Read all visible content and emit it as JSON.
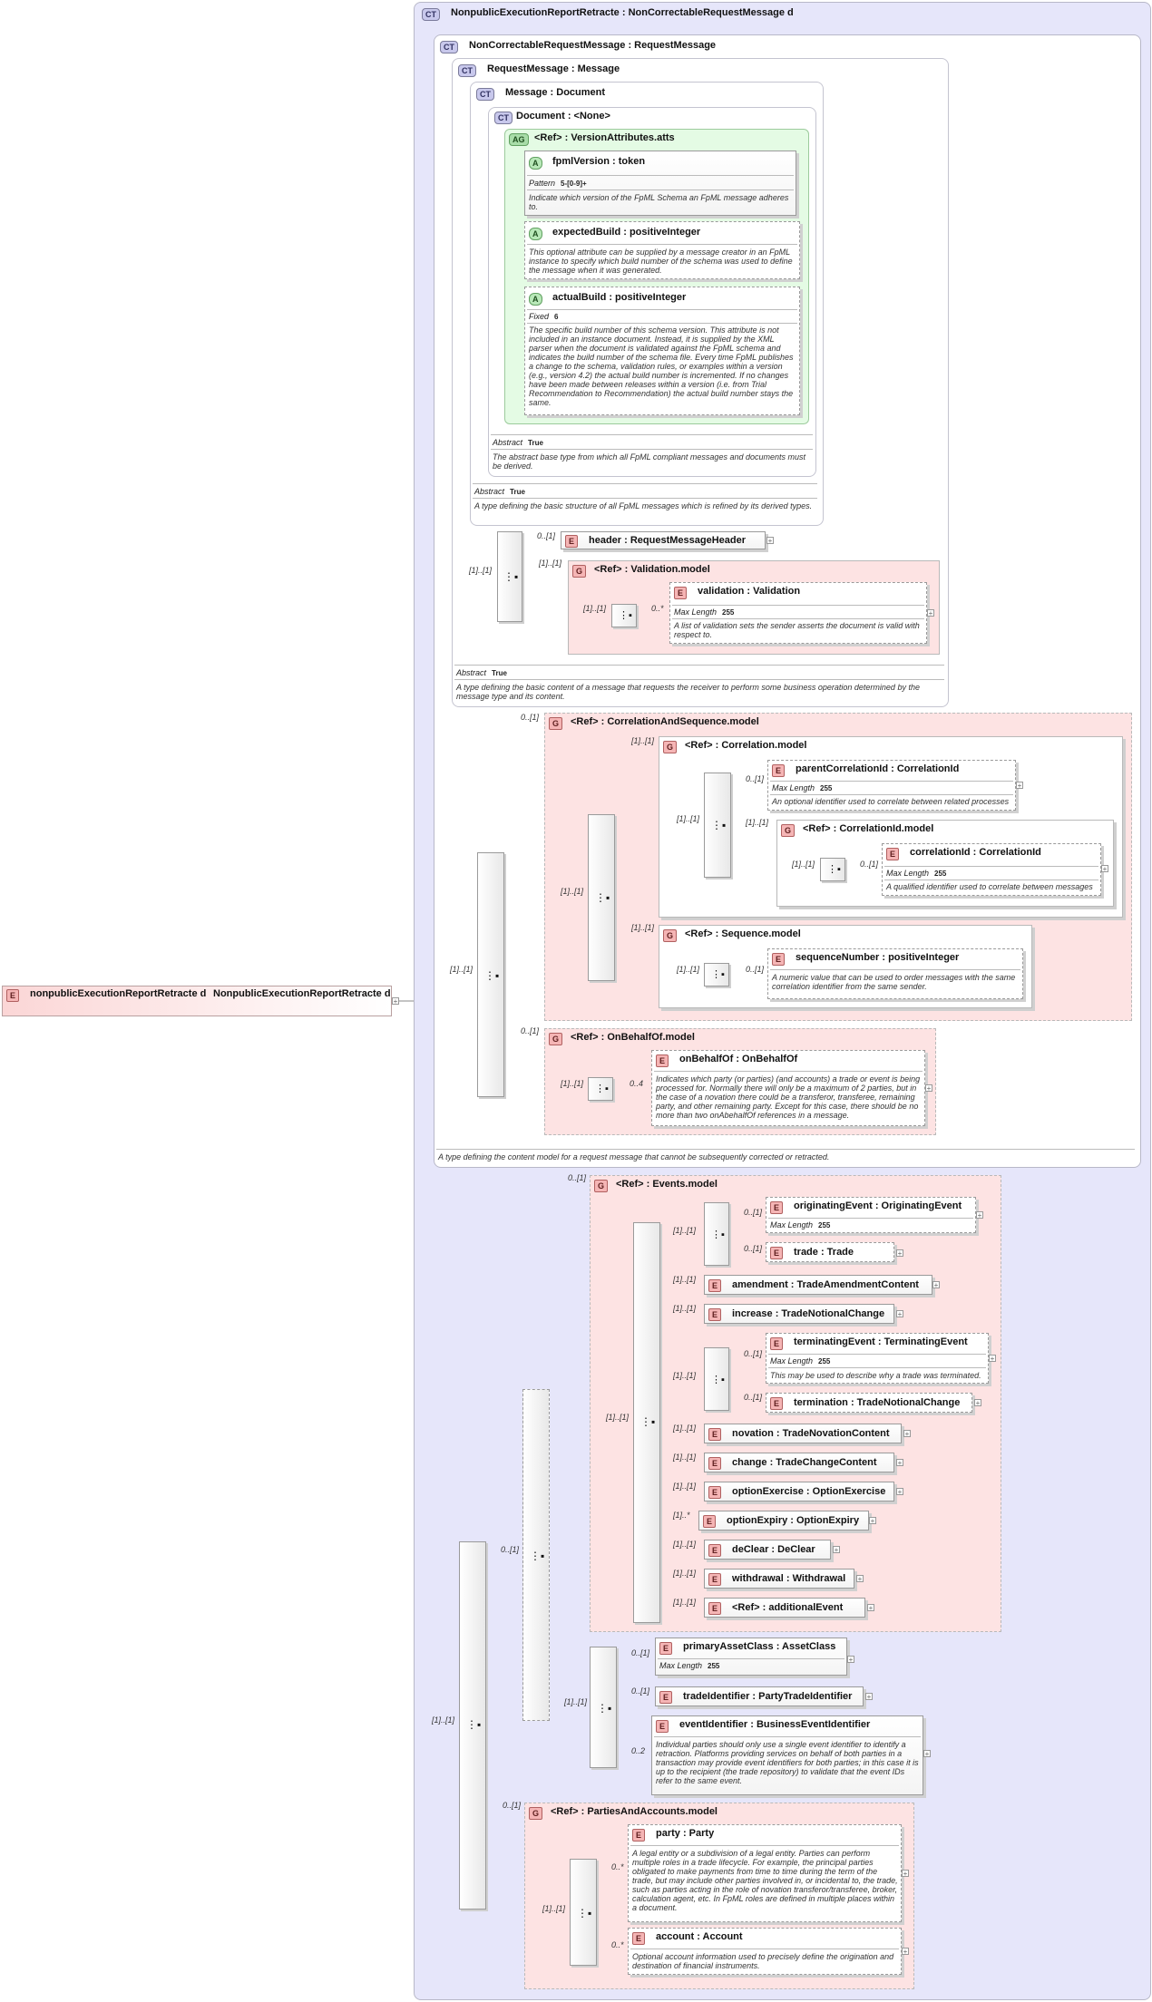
{
  "root": {
    "name": "nonpublicExecutionReportRetracte d",
    "type": "NonpublicExecutionReportRetracte d"
  },
  "ct_main": {
    "title": "NonpublicExecutionReportRetracte : NonCorrectableRequestMessage d",
    "doc": ""
  },
  "ct_noncorr": {
    "title": "NonCorrectableRequestMessage : RequestMessage",
    "doc": "A type defining the content model for a request message that cannot be subsequently corrected or retracted."
  },
  "ct_request": {
    "title": "RequestMessage : Message",
    "abstract_label": "Abstract",
    "abstract_value": "True",
    "doc": "A type defining the basic content of a message that requests the receiver to perform some business operation determined by the message type and its content."
  },
  "ct_message": {
    "title": "Message : Document",
    "abstract_label": "Abstract",
    "abstract_value": "True",
    "doc": "A type defining the basic structure of all FpML messages which is refined by its derived types."
  },
  "ct_document": {
    "title": "Document : <None>",
    "abstract_label": "Abstract",
    "abstract_value": "True",
    "doc": "The abstract base type from which all FpML compliant messages and documents must be derived."
  },
  "ag_version": {
    "title": "<Ref>     : VersionAttributes.atts"
  },
  "attr_fpml": {
    "title": "fpmlVersion : token",
    "prop_label": "Pattern",
    "prop_value": "5-[0-9]+",
    "doc": "Indicate which version of the FpML Schema an FpML message adheres to."
  },
  "attr_expected": {
    "title": "expectedBuild : positiveInteger",
    "doc": "This optional attribute can be supplied by a message creator in an FpML instance to specify which build number of the schema was used to define the message when it was generated."
  },
  "attr_actual": {
    "title": "actualBuild : positiveInteger",
    "prop_label": "Fixed",
    "prop_value": "6",
    "doc": "The specific build number of this schema version. This attribute is not included in an instance document. Instead, it is supplied by the XML parser when the document is validated against the FpML schema and indicates the build number of the schema file. Every time FpML publishes a change to the schema, validation rules, or examples within a version (e.g., version 4.2) the actual build number is incremented. If no changes have been made between releases within a version (i.e. from Trial Recommendation to Recommendation) the actual build number stays the same."
  },
  "el_header": {
    "title": "header     : RequestMessageHeader",
    "card": "0..[1]"
  },
  "grp_validation": {
    "title": "<Ref>     : Validation.model",
    "card": "[1]..[1]"
  },
  "el_validation": {
    "title": "validation : Validation",
    "prop_label": "Max Length",
    "prop_value": "255",
    "doc": "A list of validation sets the sender asserts the document is valid with respect to.",
    "card": "0..*"
  },
  "grp_corrseq": {
    "title": "<Ref>     : CorrelationAndSequence.model",
    "card": "0..[1]"
  },
  "grp_corr": {
    "title": "<Ref>     : Correlation.model",
    "card": "[1]..[1]"
  },
  "el_parentcorr": {
    "title": "parentCorrelationId : CorrelationId",
    "prop_label": "Max Length",
    "prop_value": "255",
    "doc": "An optional identifier used to correlate between related processes",
    "card": "0..[1]"
  },
  "grp_corrid": {
    "title": "<Ref>     : CorrelationId.model",
    "card": "[1]..[1]"
  },
  "el_corrid": {
    "title": "correlationId : CorrelationId",
    "prop_label": "Max Length",
    "prop_value": "255",
    "doc": "A qualified identifier used to correlate between messages",
    "card": "0..[1]"
  },
  "grp_seq": {
    "title": "<Ref>     : Sequence.model",
    "card": "[1]..[1]"
  },
  "el_seqnum": {
    "title": "sequenceNumber : positiveInteger",
    "doc": "A numeric value that can be used to order messages with the same correlation identifier from the same sender.",
    "card": "0..[1]"
  },
  "grp_behalf": {
    "title": "<Ref>     : OnBehalfOf.model",
    "card": "0..[1]"
  },
  "el_behalf": {
    "title": "onBehalfOf : OnBehalfOf",
    "doc": "Indicates which party (or parties) (and accounts) a trade or event is being processed for. Normally there will only be a maximum of 2 parties, but in the case of a novation there could be a transferor, transferee, remaining party, and other remaining party. Except for this case, there should be no more than two onAbehalfOf references in a message.",
    "card": "0..4"
  },
  "grp_events": {
    "title": "<Ref>     : Events.model",
    "card": "0..[1]"
  },
  "el_origevent": {
    "title": "originatingEvent : OriginatingEvent",
    "prop_label": "Max Length",
    "prop_value": "255",
    "card": "0..[1]"
  },
  "el_trade": {
    "title": "trade      : Trade",
    "card": "0..[1]"
  },
  "el_amendment": {
    "title": "amendment : TradeAmendmentContent",
    "card": "[1]..[1]"
  },
  "el_increase": {
    "title": "increase : TradeNotionalChange",
    "card": "[1]..[1]"
  },
  "el_termevent": {
    "title": "terminatingEvent : TerminatingEvent",
    "prop_label": "Max Length",
    "prop_value": "255",
    "doc": "This may be used to describe why a trade was terminated.",
    "card": "0..[1]"
  },
  "el_termination": {
    "title": "termination : TradeNotionalChange",
    "card": "0..[1]"
  },
  "el_novation": {
    "title": "novation : TradeNovationContent",
    "card": "[1]..[1]"
  },
  "el_change": {
    "title": "change   : TradeChangeContent",
    "card": "[1]..[1]"
  },
  "el_optexercise": {
    "title": "optionExercise : OptionExercise",
    "card": "[1]..[1]"
  },
  "el_optexpiry": {
    "title": "optionExpiry : OptionExpiry",
    "card": "[1]..*"
  },
  "el_declear": {
    "title": "deClear   : DeClear",
    "card": "[1]..[1]"
  },
  "el_withdrawal": {
    "title": "withdrawal : Withdrawal",
    "card": "[1]..[1]"
  },
  "el_additional": {
    "title": "<Ref>     : additionalEvent",
    "card": "[1]..[1]"
  },
  "el_primary": {
    "title": "primaryAssetClass : AssetClass",
    "prop_label": "Max Length",
    "prop_value": "255",
    "card": "0..[1]"
  },
  "el_tradeid": {
    "title": "tradeIdentifier : PartyTradeIdentifier",
    "card": "0..[1]"
  },
  "el_eventid": {
    "title": "eventIdentifier : BusinessEventIdentifier",
    "doc": "Individual parties should only use a single event identifier to identify a retraction. Platforms providing services on behalf of both parties in a transaction may provide event identifiers for both parties; in this case it is up to the recipient (the trade repository) to validate that the event IDs refer to the same event.",
    "card": "0..2"
  },
  "grp_parties": {
    "title": "<Ref>     : PartiesAndAccounts.model",
    "card": "0..[1]"
  },
  "el_party": {
    "title": "party      : Party",
    "doc": "A legal entity or a subdivision of a legal entity. Parties can perform multiple roles in a trade lifecycle. For example, the principal parties obligated to make payments from time to time during the term of the trade, but may include other parties involved in, or incidental to, the trade, such as parties acting in the role of novation transferor/transferee, broker, calculation agent, etc. In FpML roles are defined in multiple places within a document.",
    "card": "0..*"
  },
  "el_account": {
    "title": "account  : Account",
    "doc": "Optional account information used to precisely define the origination and destination of financial instruments.",
    "card": "0..*"
  },
  "cards": {
    "seq_outer": "[1]..[1]",
    "seq_content": "[1]..[1]",
    "seq_corrseq": "[1]..[1]",
    "seq_events": "[1]..[1]",
    "choice": "0..[1]",
    "seq_ids": "[1]..[1]",
    "seq_parties": "[1]..[1]",
    "seq_main": "[1]..[1]",
    "seq_validation": "[1]..[1]",
    "seq_corrid": "[1]..[1]",
    "seq_seqnum": "[1]..[1]",
    "seq_behalf": "[1]..[1]",
    "seq_req": "[1]..[1]"
  },
  "badges": {
    "ct": "CT",
    "e": "E",
    "g": "G",
    "a": "A",
    "ag": "AG"
  },
  "colors": {
    "ct_fill": "#e6e6fa",
    "group_fill": "#fde3e3",
    "attr_group_fill": "#e4fbe4"
  }
}
